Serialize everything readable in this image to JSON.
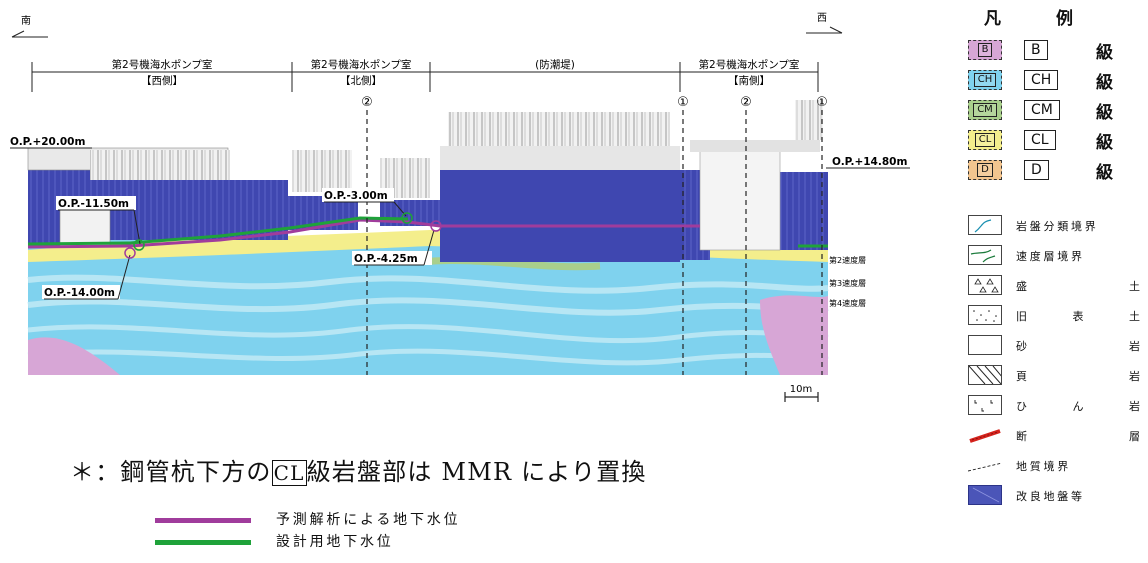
{
  "orientation": {
    "left": "南",
    "right": "西"
  },
  "sections": {
    "west_title": "第2号機海水ポンプ室",
    "west_sub": "【西側】",
    "north_title": "第2号機海水ポンプ室",
    "north_sub": "【北側】",
    "dyke": "(防潮堤)",
    "south_title": "第2号機海水ポンプ室",
    "south_sub": "【南側】"
  },
  "markers": {
    "one": "①",
    "two": "②"
  },
  "elevations": {
    "top_left": "O.P.+20.00m",
    "top_right": "O.P.+14.80m",
    "minus_11_50": "O.P.-11.50m",
    "minus_14_00": "O.P.-14.00m",
    "minus_3_00": "O.P.-3.00m",
    "minus_4_25": "O.P.-4.25m"
  },
  "velocity_layers": {
    "l2": "第2速度層",
    "l3": "第3速度層",
    "l4": "第4速度層"
  },
  "scale_bar": "10m",
  "note": {
    "prefix": "＊：鋼管杭下方の",
    "boxed": "CL",
    "suffix": "級岩盤部は MMR により置換"
  },
  "groundwater_legend": {
    "predicted": "予測解析による地下水位",
    "design": "設計用地下水位",
    "predicted_color": "#a03c9c",
    "design_color": "#1fa23a"
  },
  "legend": {
    "title_a": "凡",
    "title_b": "例",
    "grade_suffix": "級",
    "grades": [
      {
        "code": "B",
        "color": "#d7a6d6"
      },
      {
        "code": "CH",
        "color": "#7fd2ee"
      },
      {
        "code": "CM",
        "color": "#a9cf8c"
      },
      {
        "code": "CL",
        "color": "#f4ee8c"
      },
      {
        "code": "D",
        "color": "#f3c58f"
      }
    ],
    "symbols": [
      {
        "icon": "rock-class-boundary-icon",
        "label": "岩盤分類境界"
      },
      {
        "icon": "velocity-layer-boundary-icon",
        "label": "速度層境界"
      },
      {
        "icon": "fill-soil-icon",
        "label": "盛土"
      },
      {
        "icon": "old-topsoil-icon",
        "label": "旧表土"
      },
      {
        "icon": "sandstone-icon",
        "label": "砂岩"
      },
      {
        "icon": "shale-icon",
        "label": "頁岩"
      },
      {
        "icon": "hornfels-icon",
        "label": "ひん岩"
      },
      {
        "icon": "fault-icon",
        "label": "断層"
      },
      {
        "icon": "geological-boundary-icon",
        "label": "地質境界"
      },
      {
        "icon": "improved-ground-icon",
        "label": "改良地盤等",
        "color": "#4b55b8"
      }
    ]
  }
}
